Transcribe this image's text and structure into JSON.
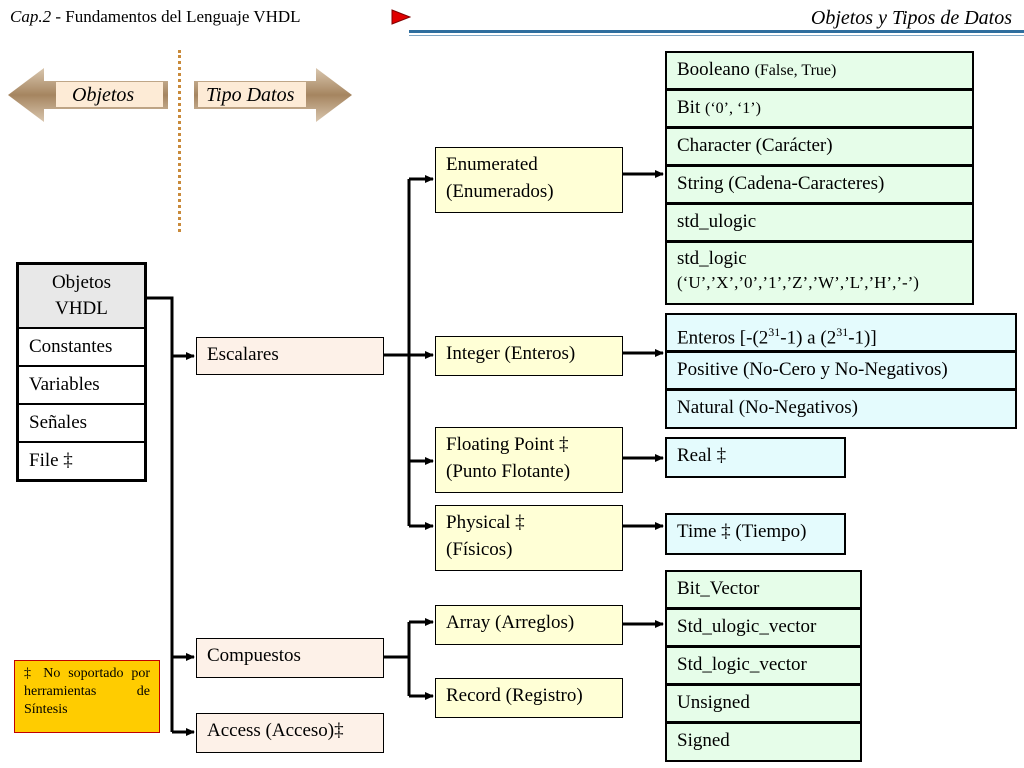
{
  "header": {
    "chapter": "Cap.2",
    "course": " - Fundamentos del Lenguaje VHDL",
    "section": "Objetos y Tipos de Datos"
  },
  "nav": {
    "prev_label": "Objetos",
    "next_label": "Tipo Datos"
  },
  "objects_table": {
    "header_line1": "Objetos",
    "header_line2": "VHDL",
    "rows": [
      "Constantes",
      "Variables",
      "Señales",
      "File ‡"
    ]
  },
  "categories": {
    "scalar": "Escalares",
    "composite": "Compuestos",
    "access": "Access (Acceso)‡"
  },
  "scalar_types": {
    "enumerated_line1": "Enumerated",
    "enumerated_line2": "(Enumerados)",
    "integer": "Integer (Enteros)",
    "floating_line1": "Floating Point ‡",
    "floating_line2": "(Punto Flotante)",
    "physical_line1": "Physical ‡",
    "physical_line2": "(Físicos)"
  },
  "composite_types": {
    "array": "Array (Arreglos)",
    "record": "Record (Registro)"
  },
  "enumerated_values": {
    "boolean_main": "Booleano ",
    "boolean_sub": "(False, True)",
    "bit_main": "Bit ",
    "bit_sub": "(‘0’, ‘1’)",
    "character": "Character (Carácter)",
    "string": "String (Cadena-Caracteres)",
    "std_ulogic": "std_ulogic",
    "std_logic": "std_logic",
    "std_logic_values": "(‘U’,’X’,’0’,’1’,’Z’,’W’,’L’,’H’,’-’)"
  },
  "integer_values": {
    "enteros_a": "Enteros [-(2",
    "exp": "31",
    "enteros_b": "-1) a (2",
    "enteros_c": "-1)]",
    "positive": "Positive (No-Cero y No-Negativos)",
    "natural": "Natural (No-Negativos)"
  },
  "float_values": {
    "real": "Real ‡"
  },
  "physical_values": {
    "time": "Time ‡ (Tiempo)"
  },
  "array_values": [
    "Bit_Vector",
    "Std_ulogic_vector",
    "Std_logic_vector",
    "Unsigned",
    "Signed"
  ],
  "note": "‡ No soportado por herramientas de Síntesis"
}
